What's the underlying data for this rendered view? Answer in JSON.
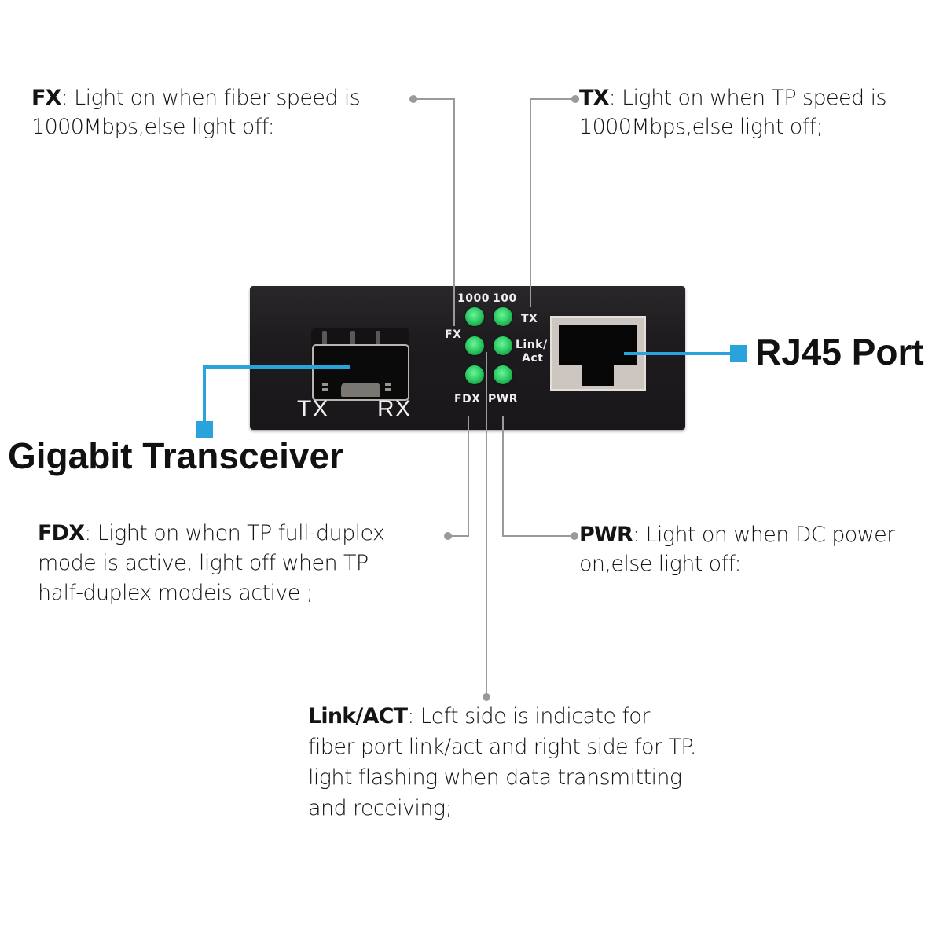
{
  "title_labels": {
    "transceiver": "Gigabit Transceiver",
    "rj45": "RJ45 Port"
  },
  "device": {
    "sfp_port_labels": [
      "TX",
      "RX"
    ],
    "led_labels": {
      "speed_1000": "1000",
      "speed_100": "100",
      "fx": "FX",
      "tx": "TX",
      "link_line1": "Link/",
      "link_line2": "Act",
      "fdx": "FDX",
      "pwr": "PWR"
    },
    "leds": [
      {
        "name": "fx-1000",
        "color": "#2fcf66",
        "state": "on"
      },
      {
        "name": "tx-100",
        "color": "#2fcf66",
        "state": "on"
      },
      {
        "name": "link-left",
        "color": "#2fcf66",
        "state": "on"
      },
      {
        "name": "link-right",
        "color": "#2fcf66",
        "state": "on"
      },
      {
        "name": "fdx",
        "color": "#2fcf66",
        "state": "on"
      },
      {
        "name": "pwr",
        "color": "#2fcf66",
        "state": "on"
      }
    ]
  },
  "annotations": {
    "fx": {
      "key": "FX",
      "line1": ":  Light on when fiber speed is",
      "line2": "1000Mbps,else light off:"
    },
    "tx": {
      "key": "TX",
      "line1": ":  Light on when TP speed is",
      "line2": "1000Mbps,else light off;"
    },
    "fdx": {
      "key": "FDX",
      "line1": ":   Light on when TP full-duplex",
      "line2": "mode is active, light off when TP",
      "line3": "half-duplex modeis active ;"
    },
    "pwr": {
      "key": "PWR",
      "line1": ":  Light on when DC power",
      "line2": "on,else light off:"
    },
    "link": {
      "key": "Link/ACT",
      "line1": ":  Left side is indicate for",
      "line2": "fiber port link/act and right side for TP.",
      "line3": "light flashing when data transmitting",
      "line4": "and receiving;"
    }
  },
  "colors": {
    "callout_blue": "#2aa3dc",
    "leader_gray": "#9a9a9a",
    "device_body": "#1d1b1e",
    "led_green": "#2fcf66"
  }
}
